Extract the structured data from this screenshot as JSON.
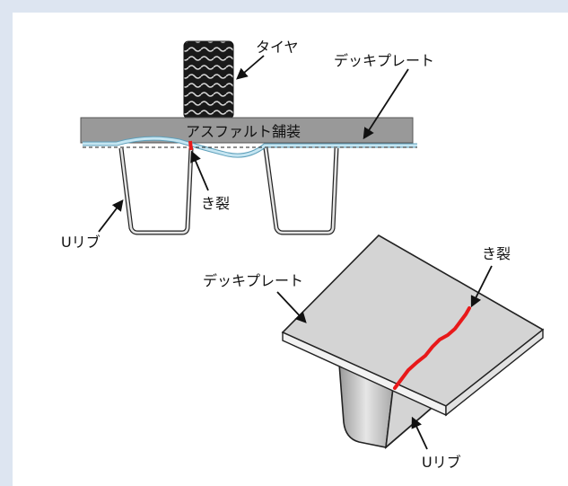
{
  "labels": {
    "tire": "タイヤ",
    "deck_plate_top": "デッキプレート",
    "asphalt": "アスファルト舗装",
    "crack_top": "き裂",
    "u_rib_top": "Uリブ",
    "deck_plate_bottom": "デッキプレート",
    "crack_bottom": "き裂",
    "u_rib_bottom": "Uリブ"
  },
  "colors": {
    "background_border": "#dde5f1",
    "asphalt": "#999999",
    "deck_wave": "#b9dcea",
    "crack": "#e8191a",
    "tire": "#1a1a1a",
    "plate": "#d4d4d4",
    "rib": "#bcbcbc"
  }
}
